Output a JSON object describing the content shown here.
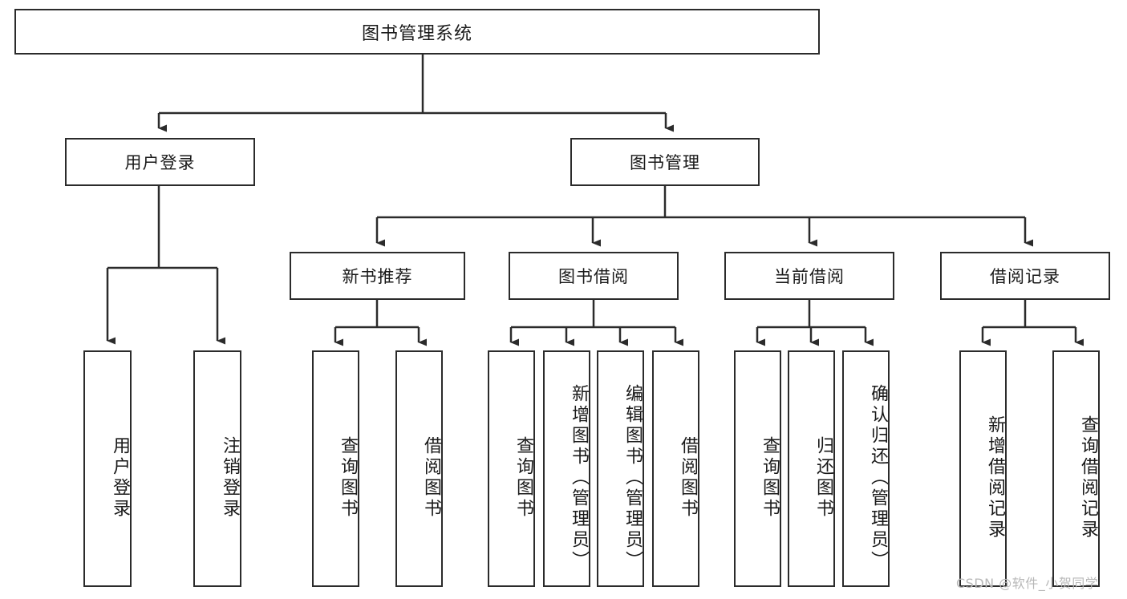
{
  "diagram": {
    "title": "图书管理系统",
    "type": "tree-hierarchy-diagram",
    "root": {
      "id": "root",
      "label": "图书管理系统"
    },
    "level2": [
      {
        "id": "user-login",
        "label": "用户登录"
      },
      {
        "id": "book-manage",
        "label": "图书管理"
      }
    ],
    "level3": [
      {
        "id": "new-book-rec",
        "label": "新书推荐",
        "parent": "book-manage"
      },
      {
        "id": "book-borrow",
        "label": "图书借阅",
        "parent": "book-manage"
      },
      {
        "id": "current-borrow",
        "label": "当前借阅",
        "parent": "book-manage"
      },
      {
        "id": "borrow-record",
        "label": "借阅记录",
        "parent": "book-manage"
      }
    ],
    "leaves": {
      "user-login": [
        {
          "id": "leaf-user-login",
          "label": "用户登录"
        },
        {
          "id": "leaf-user-logout",
          "label": "注销登录"
        }
      ],
      "new-book-rec": [
        {
          "id": "leaf-query-book-1",
          "label": "查询图书"
        },
        {
          "id": "leaf-borrow-book-1",
          "label": "借阅图书"
        }
      ],
      "book-borrow": [
        {
          "id": "leaf-query-book-2",
          "label": "查询图书"
        },
        {
          "id": "leaf-add-book",
          "label": "新增图书（管理员）"
        },
        {
          "id": "leaf-edit-book",
          "label": "编辑图书（管理员）"
        },
        {
          "id": "leaf-borrow-book-2",
          "label": "借阅图书"
        }
      ],
      "current-borrow": [
        {
          "id": "leaf-query-book-3",
          "label": "查询图书"
        },
        {
          "id": "leaf-return-book",
          "label": "归还图书"
        },
        {
          "id": "leaf-confirm-return",
          "label": "确认归还（管理员）"
        }
      ],
      "borrow-record": [
        {
          "id": "leaf-add-record",
          "label": "新增借阅记录"
        },
        {
          "id": "leaf-query-record",
          "label": "查询借阅记录"
        }
      ]
    }
  },
  "watermark": {
    "text": "CSDN @软件_小贺同学"
  },
  "colors": {
    "stroke": "#2b2b2b",
    "background": "#ffffff",
    "text": "#1a1a1a",
    "watermark": "#b8b8b8"
  }
}
